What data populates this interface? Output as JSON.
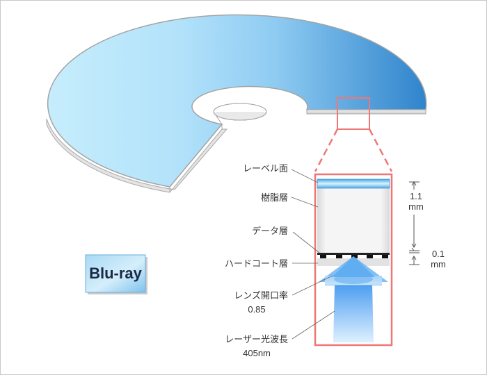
{
  "labels": {
    "label_surface": "レーベル面",
    "resin_layer": "樹脂層",
    "data_layer": "データ層",
    "hard_coat_layer": "ハードコート層",
    "lens_na_title": "レンズ開口率",
    "lens_na_value": "0.85",
    "laser_wavelength_title": "レーザー光波長",
    "laser_wavelength_value": "405nm"
  },
  "dimensions": {
    "upper_value": "1.1",
    "upper_unit": "mm",
    "lower_value": "0.1",
    "lower_unit": "mm"
  },
  "badge": {
    "text": "Blu-ray"
  },
  "colors": {
    "highlight_box": "#ee7777",
    "disc_light": "#c4ecfc",
    "disc_dark": "#2e83cc",
    "laser_beam": "#5aaaf0",
    "label_layer": "#7cc6f0"
  }
}
